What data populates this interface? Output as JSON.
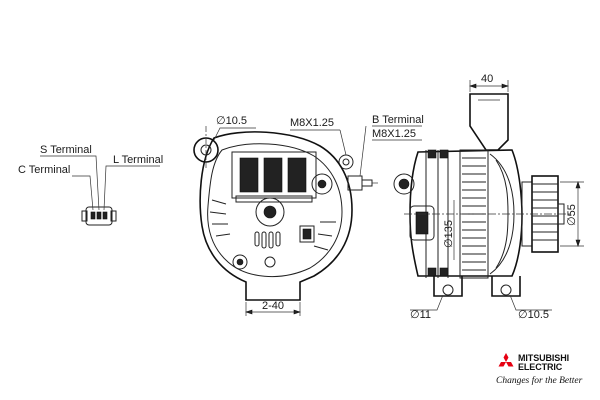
{
  "labels": {
    "s_terminal": "S Terminal",
    "c_terminal": "C Terminal",
    "l_terminal": "L Terminal",
    "b_terminal": "B Terminal",
    "thread_1": "M8X1.25",
    "thread_2": "M8X1.25"
  },
  "dimensions": {
    "hole_front": "∅10.5",
    "width_top": "40",
    "pulley_dia": "∅55",
    "body_dia": "∅135",
    "mount_spacing": "2-40",
    "hole_left": "∅11",
    "hole_right": "∅10.5"
  },
  "brand": {
    "name_line1": "MITSUBISHI",
    "name_line2": "ELECTRIC",
    "tagline": "Changes for the Better",
    "logo_color": "#e60012"
  }
}
